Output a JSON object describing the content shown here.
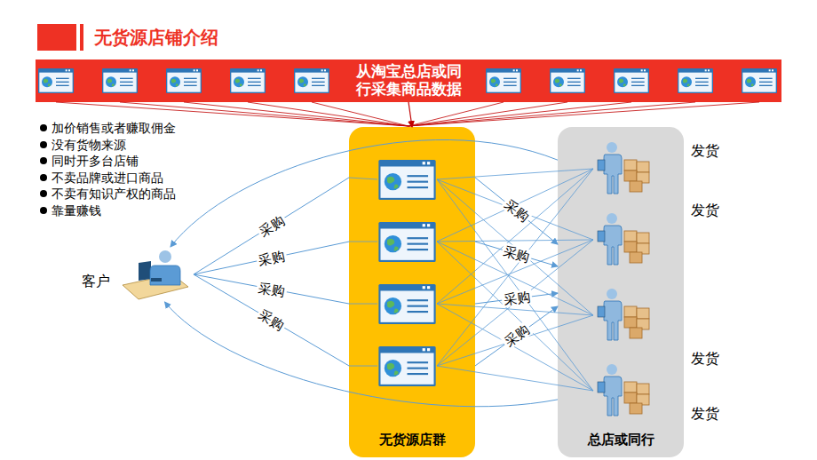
{
  "diagram": {
    "title": "无货源店铺介绍",
    "nodes": [
      {
        "text": [
          "从淘宝总店或同行采集商品数据"
        ]
      },
      {
        "text": [
          "客户"
        ]
      },
      {
        "text": [
          "无货源店群"
        ]
      },
      {
        "text": [
          "总店或同行"
        ]
      }
    ],
    "edges": [
      {
        "from": 0,
        "to": 2,
        "arrow": "to"
      },
      {
        "from": 1,
        "to": 2,
        "label": "采购",
        "arrow": "none"
      },
      {
        "from": 1,
        "to": 2,
        "label": "采购",
        "arrow": "none"
      },
      {
        "from": 1,
        "to": 2,
        "label": "采购",
        "arrow": "none"
      },
      {
        "from": 1,
        "to": 2,
        "label": "采购",
        "arrow": "none"
      },
      {
        "from": 2,
        "to": 3,
        "label": "采购",
        "arrow": "to"
      },
      {
        "from": 2,
        "to": 3,
        "label": "采购",
        "arrow": "to"
      },
      {
        "from": 2,
        "to": 3,
        "label": "采购",
        "arrow": "to"
      },
      {
        "from": 2,
        "to": 3,
        "label": "采购",
        "arrow": "to"
      },
      {
        "from": 3,
        "to": 1,
        "arrow": "to"
      },
      {
        "from": 3,
        "to": 1,
        "arrow": "to"
      }
    ],
    "labels": [
      "加价销售或者赚取佣金",
      "没有货物来源",
      "同时开多台店铺",
      "不卖品牌或进口商品",
      "不卖有知识产权的商品",
      "靠量赚钱",
      "发货",
      "发货",
      "发货",
      "发货"
    ]
  }
}
